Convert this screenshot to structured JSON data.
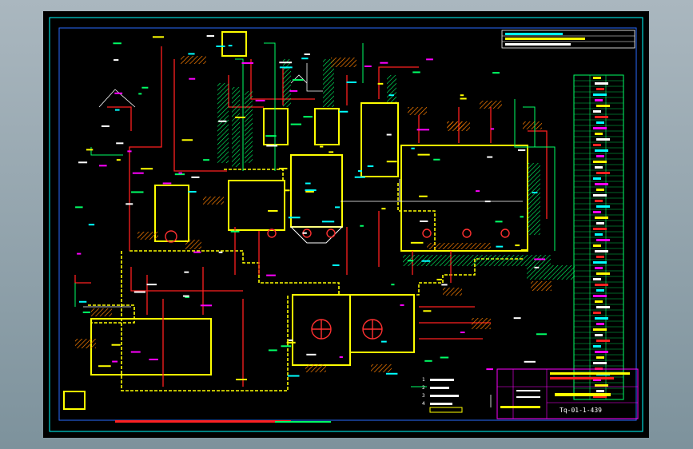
{
  "drawing": {
    "colors": {
      "background": "#000000",
      "frame": "#00ffff",
      "main_lines": "#ff2020",
      "equipment": "#ffff00",
      "aux_lines": "#00ff66",
      "labels": "#ffffff",
      "hatch": "#ff8000"
    },
    "title_block": {
      "drawing_number": "Tq-01-1-439"
    },
    "notes": [
      "1",
      "2",
      "3",
      "4"
    ]
  }
}
